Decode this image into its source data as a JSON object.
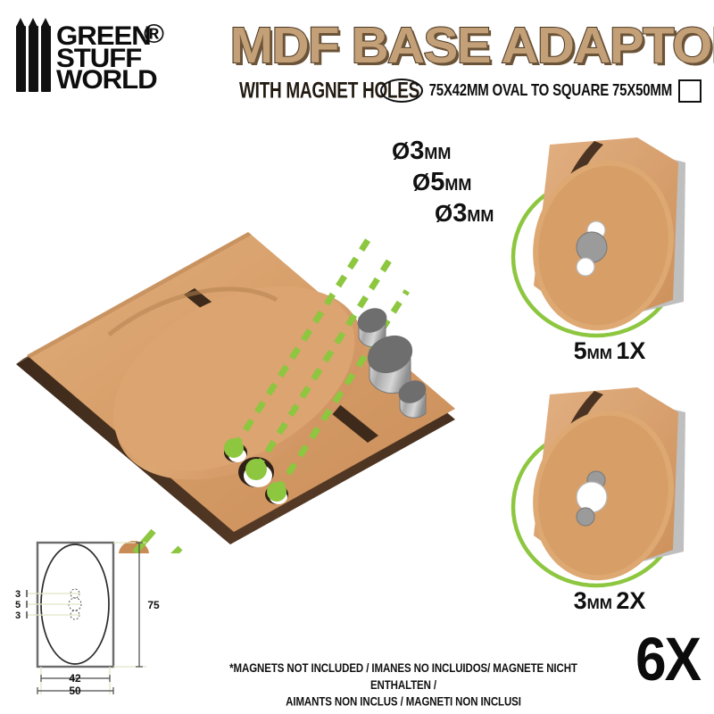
{
  "brand": {
    "name_line1": "GREEN",
    "name_line2": "STUFF",
    "name_line3": "WORLD",
    "registered_mark": "®",
    "logo_icon": "three-pencils-icon"
  },
  "header": {
    "title": "MDF BASE ADAPTORS",
    "subtitle": "WITH MAGNET HOLES",
    "spec_text": "75X42MM OVAL TO SQUARE 75X50MM",
    "oval_icon": "oval-shape-icon",
    "square_icon": "square-shape-icon",
    "title_color": "#C3A077",
    "title_outline_color": "#4a3723"
  },
  "hero": {
    "callouts": [
      {
        "symbol": "Ø",
        "value": "3",
        "unit": "MM"
      },
      {
        "symbol": "Ø",
        "value": "5",
        "unit": "MM"
      },
      {
        "symbol": "Ø",
        "value": "3",
        "unit": "MM"
      }
    ],
    "accent_color": "#8DC63F",
    "board_color": "#D9A26C",
    "board_edge_color": "#4A3322"
  },
  "panels": [
    {
      "size": "5",
      "unit": "MM",
      "count": "1X",
      "magnet_position": "center"
    },
    {
      "size": "3",
      "unit": "MM",
      "count": "2X",
      "magnet_position": "top-and-bottom"
    }
  ],
  "tech_drawing": {
    "hole_labels": [
      "3",
      "5",
      "3"
    ],
    "oval_width": "42",
    "square_width": "50",
    "height": "75"
  },
  "footer": {
    "disclaimer_line1": "*MAGNETS NOT INCLUDED / IMANES NO INCLUIDOS/ MAGNETE NICHT ENTHALTEN /",
    "disclaimer_line2": "AIMANTS NON INCLUS / MAGNETI NON INCLUSI",
    "quantity": "6X"
  }
}
